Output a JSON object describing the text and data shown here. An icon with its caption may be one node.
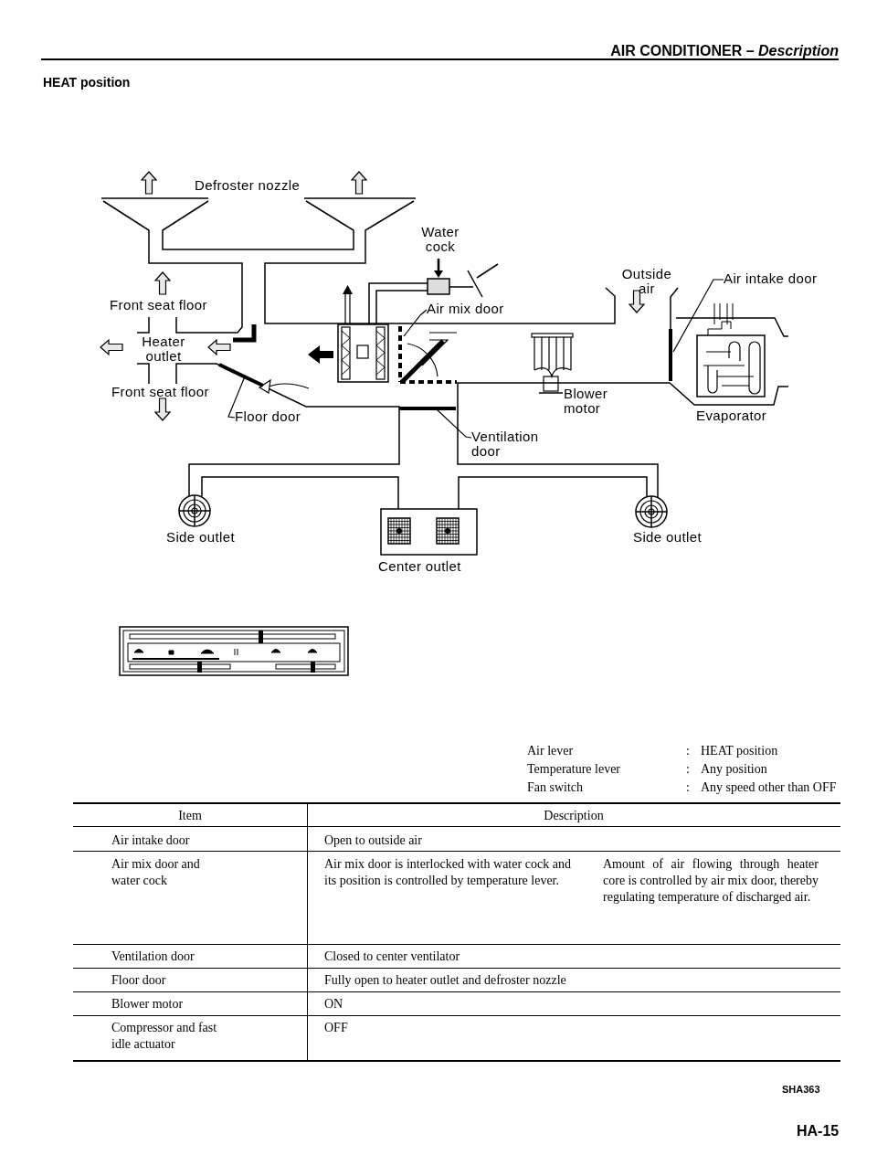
{
  "diagram": {
    "nodes": [
      {
        "text": [
          "Air intake door"
        ]
      },
      {
        "text": [
          "Air mix door"
        ]
      },
      {
        "text": [
          "Floor door"
        ]
      },
      {
        "text": [
          "Ventilation door"
        ]
      }
    ],
    "edges": [
      {
        "from": 0,
        "to": null,
        "arrow": "none"
      },
      {
        "from": 1,
        "to": null,
        "arrow": "none"
      },
      {
        "from": 2,
        "to": null,
        "arrow": "none"
      },
      {
        "from": 3,
        "to": null,
        "arrow": "none"
      }
    ],
    "labels": [
      "AIR CONDITIONER *– Description*",
      "HEAT position",
      "Defroster nozzle",
      "Water cock",
      "Front seat floor",
      "Outside air",
      "Heater outlet",
      "Front seat floor",
      "Blower motor",
      "Evaporator",
      "Side outlet",
      "Side outlet",
      "Center outlet",
      "Air lever",
      ":",
      "HEAT position",
      "Temperature lever",
      ":",
      "Any position",
      "Fan switch",
      ":",
      "Any speed other than OFF",
      "Item",
      "Description",
      "Air intake door",
      "Open to outside air",
      "Air mix door and water cock",
      "Air mix door is interlocked with water cock and its position is controlled by temperature lever.",
      "Amount of air flowing through heater core is controlled by air mix door, thereby regulating temperature of discharged air.",
      "Ventilation door",
      "Closed to center ventilator",
      "Floor door",
      "Fully open to heater outlet and defroster nozzle",
      "Blower motor",
      "ON",
      "Compressor and fast idle actuator",
      "OFF",
      "SHA363",
      "HA-15"
    ]
  }
}
